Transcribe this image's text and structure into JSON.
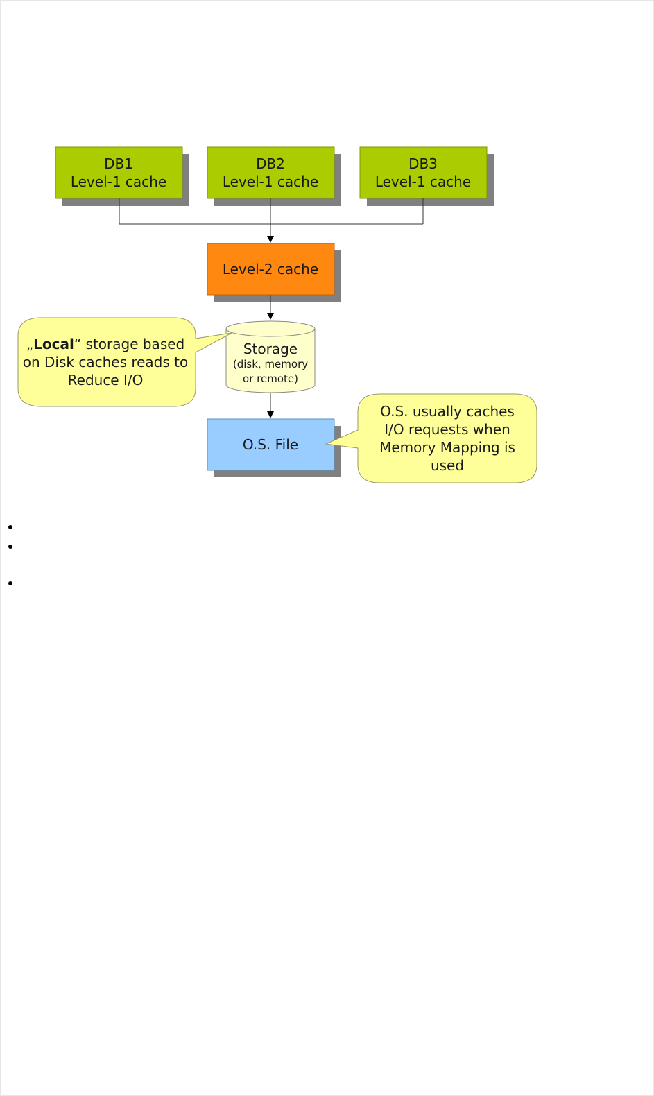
{
  "diagram": {
    "db1": {
      "line1": "DB1",
      "line2": "Level-1 cache"
    },
    "db2": {
      "line1": "DB2",
      "line2": "Level-1 cache"
    },
    "db3": {
      "line1": "DB3",
      "line2": "Level-1 cache"
    },
    "level2": {
      "label": "Level-2 cache"
    },
    "storage": {
      "title": "Storage",
      "line2": "(disk, memory",
      "line3": "or remote)"
    },
    "os_file": {
      "label": "O.S. File"
    },
    "callout_left": {
      "bold": "Local",
      "prefix": "„",
      "rest_line1": "“ storage based",
      "line2": "on Disk caches reads to",
      "line3": "Reduce I/O"
    },
    "callout_right": {
      "line1": "O.S. usually caches",
      "line2": "I/O requests when",
      "line3": "Memory Mapping is",
      "line4": "used"
    },
    "colors": {
      "level1_fill": "#aacc00",
      "level1_border": "#7a9900",
      "level2_fill": "#ff8811",
      "level2_border": "#c2640a",
      "os_fill": "#99ccff",
      "os_border": "#5a8fc2",
      "storage_fill": "#ffffcc",
      "callout_fill": "#ffff99",
      "shadow": "#808080"
    }
  },
  "bullets": [
    "",
    "",
    ""
  ]
}
